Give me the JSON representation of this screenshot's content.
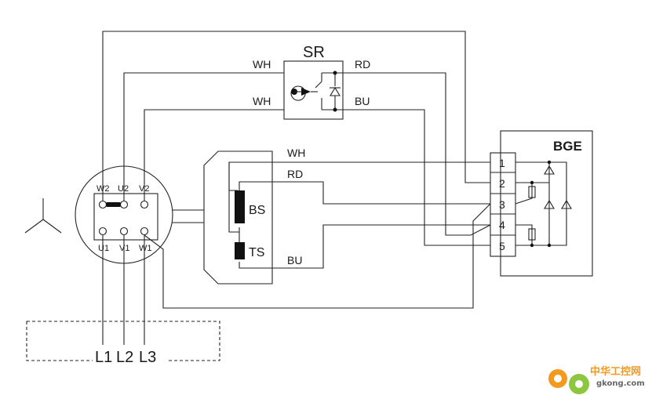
{
  "relay": {
    "title": "SR",
    "left_top": "WH",
    "left_bottom": "WH",
    "right_top": "RD",
    "right_bottom": "BU"
  },
  "motor": {
    "top_terminals": [
      "W2",
      "U2",
      "V2"
    ],
    "bottom_terminals": [
      "U1",
      "V1",
      "W1"
    ]
  },
  "brake_box": {
    "wire_top": "WH",
    "wire_mid": "RD",
    "wire_bottom": "BU",
    "coil_label": "BS",
    "sensor_label": "TS"
  },
  "bge": {
    "title": "BGE",
    "terminals": [
      "1",
      "2",
      "3",
      "4",
      "5"
    ]
  },
  "supply": {
    "labels": [
      "L1",
      "L2",
      "L3"
    ]
  },
  "watermark": {
    "line1": "中华工控网",
    "line2": "gkong.com"
  },
  "colors": {
    "line": "#222222",
    "watermark_orange": "#f39a1e",
    "watermark_green": "#8dc63f"
  }
}
